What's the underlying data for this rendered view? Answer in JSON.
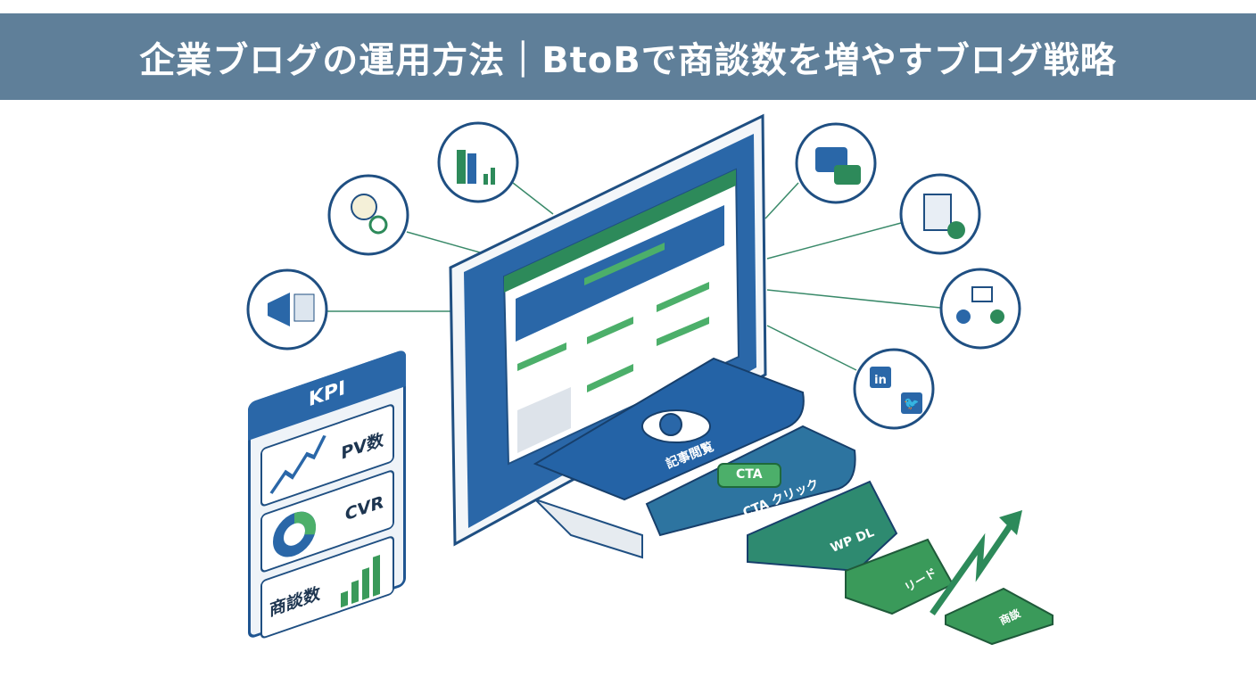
{
  "header": {
    "title": "企業ブログの運用方法｜BtoBで商談数を増やすブログ戦略"
  },
  "kpi": {
    "title": "KPI",
    "items": [
      {
        "label": "PV数"
      },
      {
        "label": "CVR"
      },
      {
        "label": "商談数"
      }
    ]
  },
  "funnel": {
    "steps": [
      {
        "label": "記事閲覧"
      },
      {
        "label": "CTA"
      },
      {
        "label": "CTA クリック"
      },
      {
        "label": "WP DL"
      },
      {
        "label": "リード"
      },
      {
        "label": "商談"
      }
    ]
  },
  "social": {
    "linkedin": "in"
  },
  "colors": {
    "header": "#5f7f99",
    "blue": "#2a67a8",
    "green": "#3a9a5a",
    "teal": "#2d7f8a"
  }
}
